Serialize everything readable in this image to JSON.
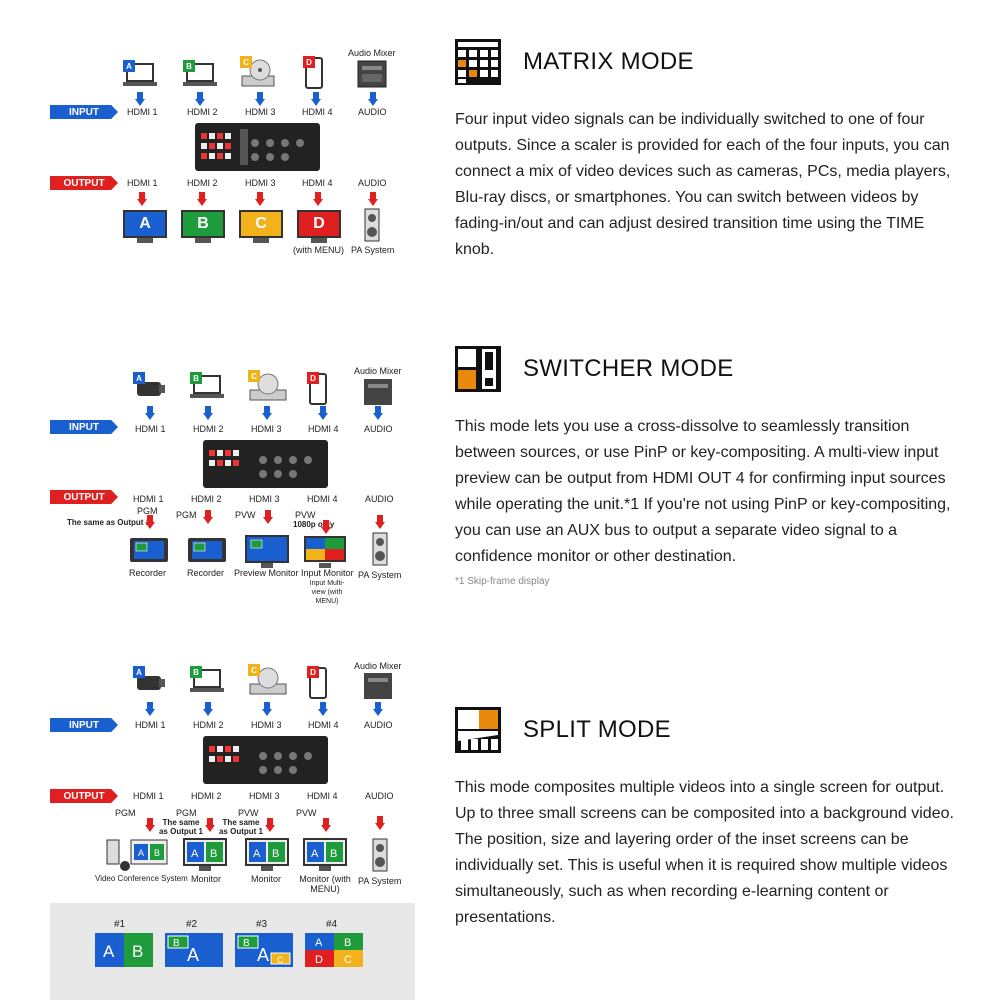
{
  "sections": [
    {
      "title": "MATRIX MODE",
      "description": "Four input video signals can be individually switched to one of four outputs. Since a scaler is provided for each of the four inputs, you can connect a mix of video devices such as cameras, PCs, media players, Blu-ray discs, or smartphones. You can switch between videos by fading-in/out and can adjust desired transition time using the TIME knob.",
      "footnote": "",
      "diagram": {
        "input_tag": "INPUT",
        "output_tag": "OUTPUT",
        "audio_mixer": "Audio Mixer",
        "inputs": [
          "HDMI 1",
          "HDMI 2",
          "HDMI 3",
          "HDMI 4",
          "AUDIO"
        ],
        "outputs": [
          "HDMI 1",
          "HDMI 2",
          "HDMI 3",
          "HDMI 4",
          "AUDIO"
        ],
        "screens": [
          "A",
          "B",
          "C",
          "D"
        ],
        "captions": [
          "(with MENU)",
          "PA System"
        ]
      }
    },
    {
      "title": "SWITCHER MODE",
      "description": "This mode lets you use a cross-dissolve to seamlessly transition between sources, or use PinP or key-compositing. A multi-view input preview can be output from HDMI OUT 4 for confirming input sources while operating the unit.*1 If you're not using PinP or key-compositing, you can use an AUX bus to output a separate video signal to a confidence monitor or other destination.",
      "footnote": "*1 Skip-frame display",
      "diagram": {
        "input_tag": "INPUT",
        "output_tag": "OUTPUT",
        "audio_mixer": "Audio Mixer",
        "inputs": [
          "HDMI 1",
          "HDMI 2",
          "HDMI 3",
          "HDMI 4",
          "AUDIO"
        ],
        "outputs": [
          "HDMI 1",
          "HDMI 2",
          "HDMI 3",
          "HDMI 4",
          "AUDIO"
        ],
        "buses": [
          "PGM",
          "PGM",
          "PVW",
          "PVW"
        ],
        "notes": [
          "The same as Output 1",
          "1080p only"
        ],
        "captions": [
          "Recorder",
          "Recorder",
          "Preview Monitor",
          "Input Monitor",
          "PA System"
        ],
        "subcaption": "Input Multi-view (with MENU)"
      }
    },
    {
      "title": "SPLIT MODE",
      "description": "This mode composites multiple videos into a single screen for output. Up to three small screens can be composited into a background video. The position, size and layering order of the inset screens can be individually set. This is useful when it is required show multiple videos simultaneously, such as when recording e-learning content or presentations.",
      "footnote": "",
      "diagram": {
        "input_tag": "INPUT",
        "output_tag": "OUTPUT",
        "audio_mixer": "Audio Mixer",
        "inputs": [
          "HDMI 1",
          "HDMI 2",
          "HDMI 3",
          "HDMI 4",
          "AUDIO"
        ],
        "outputs": [
          "HDMI 1",
          "HDMI 2",
          "HDMI 3",
          "HDMI 4",
          "AUDIO"
        ],
        "buses": [
          "PGM",
          "PGM",
          "PVW",
          "PVW"
        ],
        "notes": [
          "The same as Output 1",
          "The same as Output 1"
        ],
        "captions": [
          "Video Conference System",
          "Monitor",
          "Monitor",
          "Monitor (with MENU)",
          "PA System"
        ],
        "patterns": [
          "#1",
          "#2",
          "#3",
          "#4"
        ]
      }
    }
  ],
  "colors": {
    "A": "#1a5fd0",
    "B": "#1e9b3a",
    "C": "#f2b21c",
    "D": "#e02020",
    "input": "#1a5fd0",
    "output": "#e02020"
  }
}
